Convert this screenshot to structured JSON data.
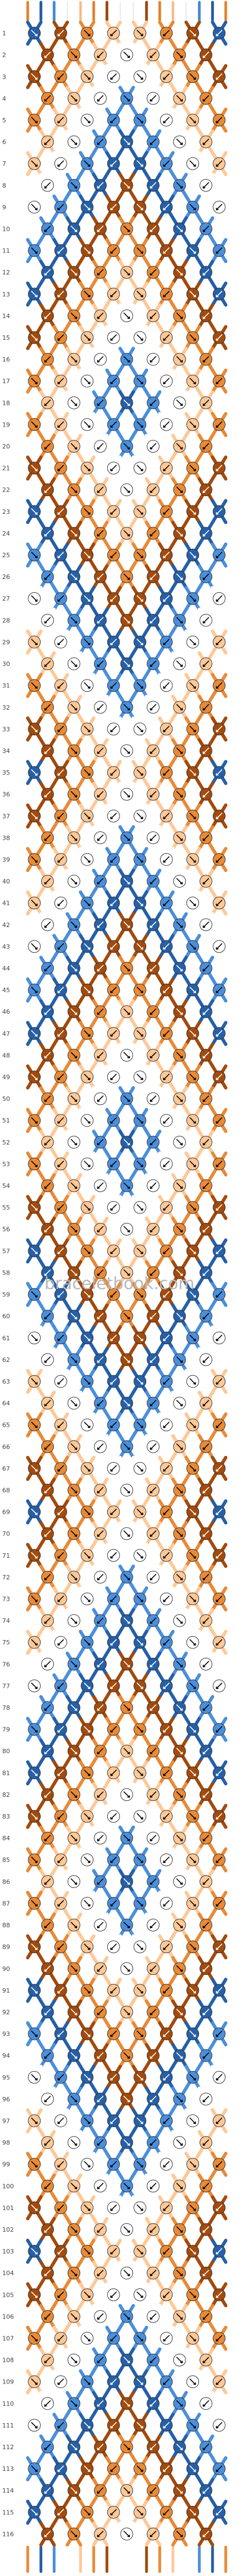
{
  "pattern": {
    "rows": 116,
    "strings": 16,
    "knots_odd_row": 8,
    "knots_even_row": 7,
    "colors": {
      "dark_blue": "#2560a8",
      "light_blue": "#4a8fdc",
      "white": "#ffffff",
      "peach": "#ffc896",
      "orange": "#e98a36",
      "brown": "#a34a0c"
    },
    "string_colors_top": [
      "orange",
      "dark_blue",
      "light_blue",
      "white",
      "peach",
      "orange",
      "brown",
      "white",
      "white",
      "brown",
      "orange",
      "peach",
      "white",
      "light_blue",
      "dark_blue",
      "orange"
    ],
    "row_labels": [
      "1",
      "2",
      "3",
      "4",
      "5",
      "6",
      "7",
      "8",
      "9",
      "10",
      "11",
      "12",
      "13",
      "14",
      "15",
      "16",
      "17",
      "18",
      "19",
      "20",
      "21",
      "22",
      "23",
      "24",
      "25",
      "26",
      "27",
      "28",
      "29",
      "30",
      "31",
      "32",
      "33",
      "34",
      "35",
      "36",
      "37",
      "38",
      "39",
      "40",
      "41",
      "42",
      "43",
      "44",
      "45",
      "46",
      "47",
      "48",
      "49",
      "50",
      "51",
      "52",
      "53",
      "54",
      "55",
      "56",
      "57",
      "58",
      "59",
      "60",
      "61",
      "62",
      "63",
      "64",
      "65",
      "66",
      "67",
      "68",
      "69",
      "70",
      "71",
      "72",
      "73",
      "74",
      "75",
      "76",
      "77",
      "78",
      "79",
      "80",
      "81",
      "82",
      "83",
      "84",
      "85",
      "86",
      "87",
      "88",
      "89",
      "90",
      "91",
      "92",
      "93",
      "94",
      "95",
      "96",
      "97",
      "98",
      "99",
      "100",
      "101",
      "102",
      "103",
      "104",
      "105",
      "106",
      "107",
      "108",
      "109",
      "110",
      "111",
      "112",
      "113",
      "114",
      "115",
      "116"
    ],
    "watermark": "braceletbook.com"
  }
}
